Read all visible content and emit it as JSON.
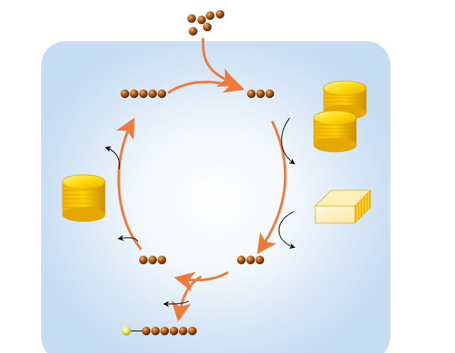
{
  "diagram": {
    "type": "cycle-schematic",
    "text_labels": [],
    "colors": {
      "panel_gradient_inner": "#ffffff",
      "panel_gradient_outer": "#c6dcf1",
      "cycle_arrow": "#f07a3a",
      "side_arrow": "#111111",
      "bead": "#8a4a12",
      "coin": "#f5c400",
      "coin_edge": "#d9a000",
      "block_face": "#fff6c8",
      "block_stripes": "#f3b700",
      "end_bead": "#e8e84a"
    },
    "icons": {
      "bead": "sphere-bead-icon",
      "coin_stack": "coin-stack-icon",
      "block": "striped-block-icon",
      "end_bead": "yellow-terminal-bead-icon"
    },
    "bead_groups": [
      {
        "id": "top-input-cluster",
        "count": 6
      },
      {
        "id": "top-left",
        "count": 5
      },
      {
        "id": "top-right",
        "count": 3
      },
      {
        "id": "bottom-left",
        "count": 3
      },
      {
        "id": "bottom-right",
        "count": 3
      },
      {
        "id": "output-chain",
        "count": 6,
        "has_terminal_bead": true
      }
    ],
    "coin_stacks": [
      {
        "id": "right-upper",
        "coin_count": 6
      },
      {
        "id": "right-middle",
        "coin_count": 6
      },
      {
        "id": "left",
        "coin_count": 7
      }
    ],
    "blocks": [
      {
        "id": "right-lower-block",
        "stripe_count": 6
      }
    ]
  }
}
